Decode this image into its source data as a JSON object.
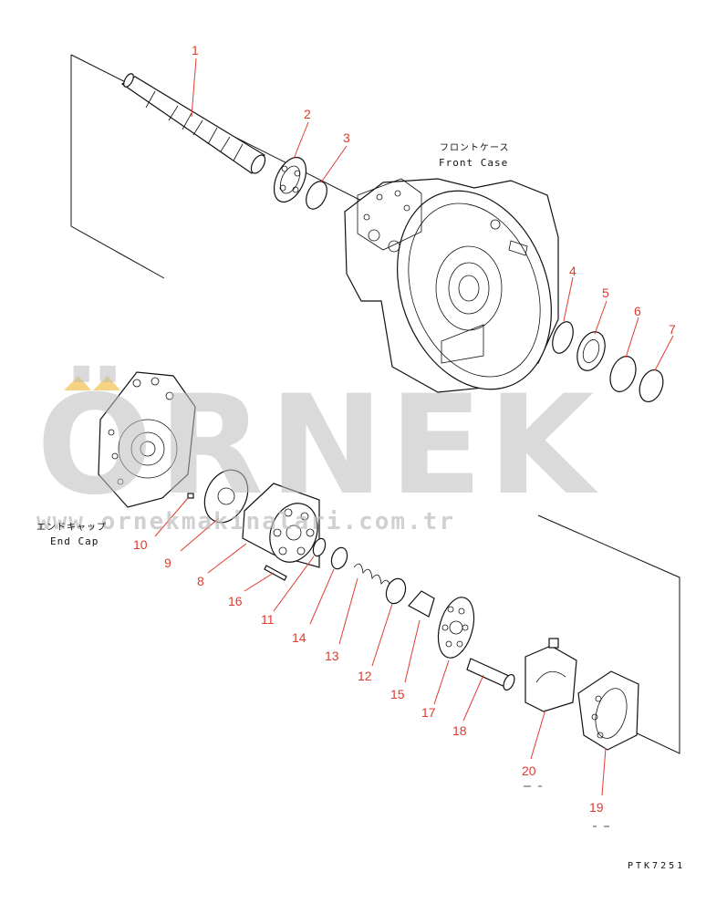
{
  "labels": {
    "front_case_jp": "フロントケース",
    "front_case_en": "Front Case",
    "end_cap_jp": "エンドキャップ",
    "end_cap_en": "End Cap",
    "drawing_code": "PTK7251"
  },
  "watermark": {
    "brand": "ÖRNEK",
    "url": "www.ornekmakinalari.com.tr"
  },
  "callouts": [
    "1",
    "2",
    "3",
    "4",
    "5",
    "6",
    "7",
    "8",
    "9",
    "10",
    "11",
    "12",
    "13",
    "14",
    "15",
    "16",
    "17",
    "18",
    "19",
    "20"
  ],
  "colors": {
    "callout": "#e03a2f",
    "line": "#111111",
    "watermark": "#bdbdbd",
    "watermark_accent": "#f2c14e"
  }
}
